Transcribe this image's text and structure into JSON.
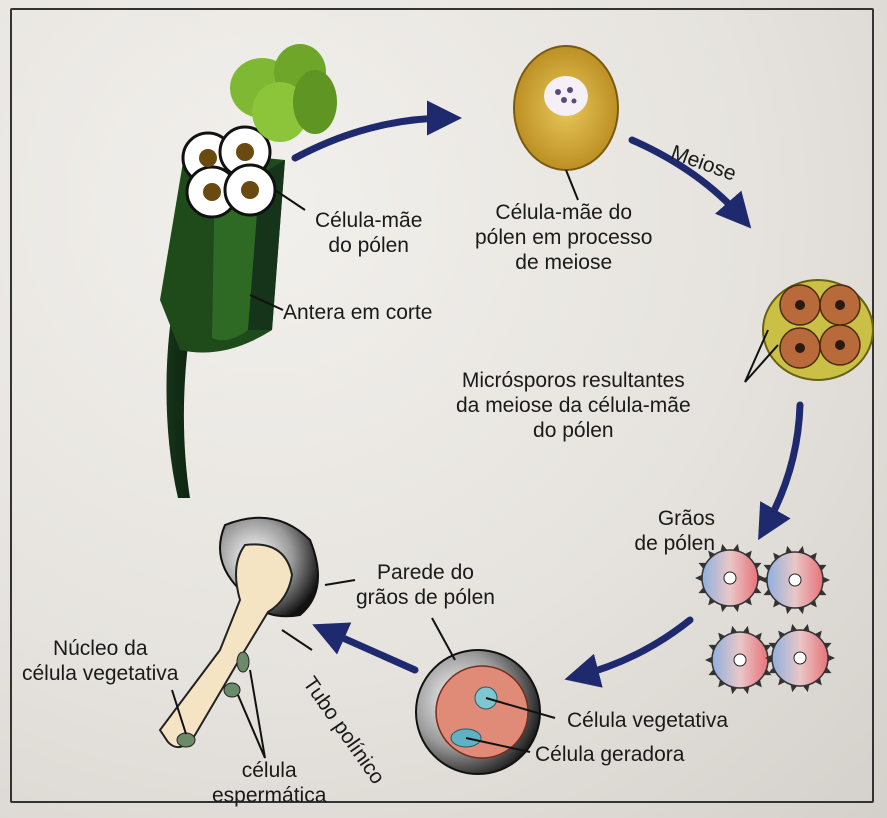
{
  "labels": {
    "celula_mae_polen": [
      "Célula-mãe",
      "do pólen"
    ],
    "antera_em_corte": "Antera em corte",
    "celula_mae_meiose": [
      "Célula-mãe do",
      "pólen em processo",
      "de meiose"
    ],
    "meiose": "Meiose",
    "microsporos": [
      "Micrósporos resultantes",
      "da meiose da célula-mãe",
      "do pólen"
    ],
    "graos_de_polen": [
      "Grãos",
      "de pólen"
    ],
    "parede_graos": [
      "Parede do",
      "grãos de pólen"
    ],
    "celula_vegetativa": "Célula vegetativa",
    "celula_geradora": "Célula geradora",
    "tubo_polinico": "Tubo polínico",
    "nucleo_celula_vegetativa": [
      "Núcleo da",
      "célula vegetativa"
    ],
    "celula_espermatica": [
      "célula",
      "espermática"
    ]
  },
  "colors": {
    "arrow": "#1f2a6e",
    "anther_green": "#1f4a1a",
    "anther_light": "#7fb832",
    "pollen_mother_yellow": "#d8b43c",
    "microspore_yellow": "#c9c045",
    "grain_red": "#e8727a",
    "grain_blue": "#8fb0de"
  }
}
